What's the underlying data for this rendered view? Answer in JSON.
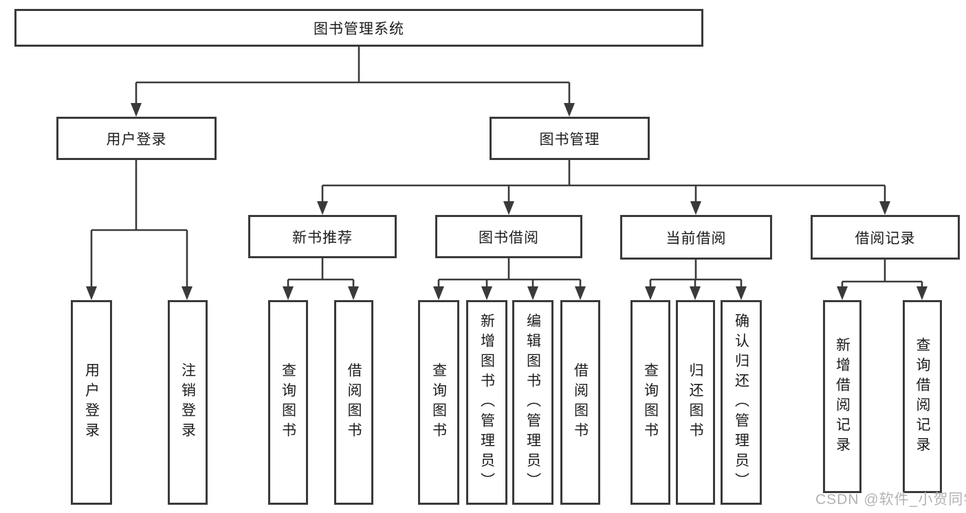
{
  "tree": {
    "label": "图书管理系统",
    "children": [
      {
        "label": "用户登录",
        "children": [
          {
            "label": "用户登录"
          },
          {
            "label": "注销登录"
          }
        ]
      },
      {
        "label": "图书管理",
        "children": [
          {
            "label": "新书推荐",
            "children": [
              {
                "label": "查询图书"
              },
              {
                "label": "借阅图书"
              }
            ]
          },
          {
            "label": "图书借阅",
            "children": [
              {
                "label": "查询图书"
              },
              {
                "label": "新增图书（管理员）"
              },
              {
                "label": "编辑图书（管理员）"
              },
              {
                "label": "借阅图书"
              }
            ]
          },
          {
            "label": "当前借阅",
            "children": [
              {
                "label": "查询图书"
              },
              {
                "label": "归还图书"
              },
              {
                "label": "确认归还（管理员）"
              }
            ]
          },
          {
            "label": "借阅记录",
            "children": [
              {
                "label": "新增借阅记录"
              },
              {
                "label": "查询借阅记录"
              }
            ]
          }
        ]
      }
    ]
  },
  "watermark": {
    "text": "CSDN @软件_小贺同学"
  },
  "colors": {
    "line": "#3a3a3a",
    "box_border": "#3a3a3a",
    "text": "#1c1c1c",
    "background": "#ffffff",
    "watermark": "#b3b3b3"
  }
}
